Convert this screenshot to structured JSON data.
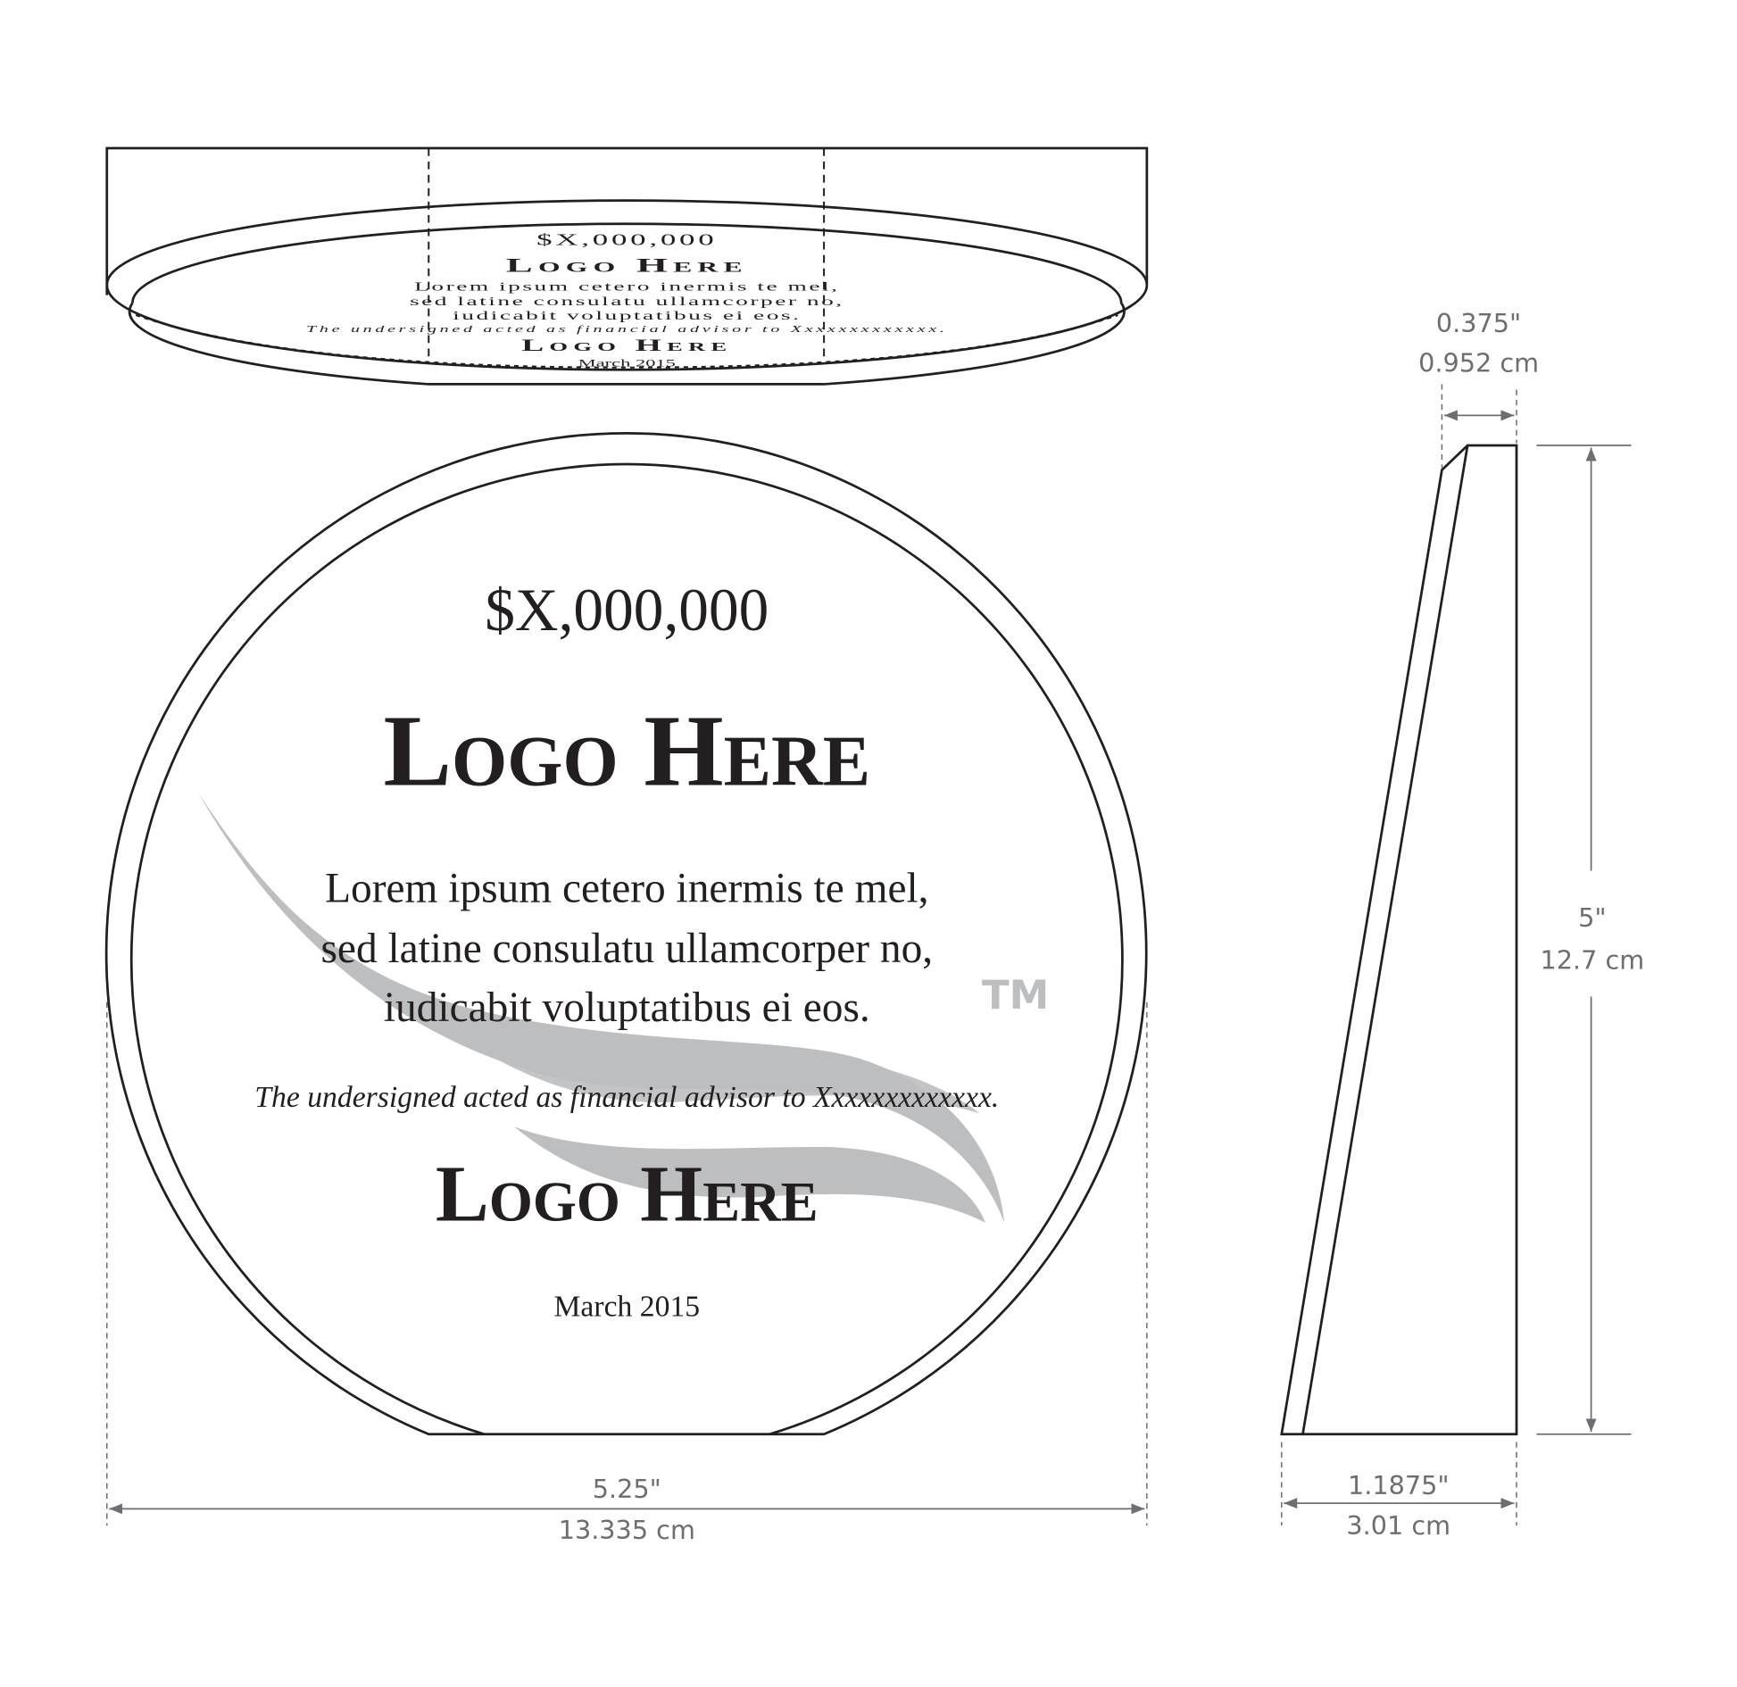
{
  "plaque": {
    "amount": "$X,000,000",
    "logo_top": "Logo Here",
    "body_lines": [
      "Lorem ipsum cetero inermis te mel,",
      "sed latine consulatu ullamcorper no,",
      "iudicabit voluptatibus ei eos."
    ],
    "advisor_line": "The undersigned acted as financial advisor to Xxxxxxxxxxxxx.",
    "logo_bottom": "Logo Here",
    "date": "March 2015",
    "trademark": "TM"
  },
  "dimensions": {
    "width_in": "5.25\"",
    "width_cm": "13.335 cm",
    "height_in": "5\"",
    "height_cm": "12.7 cm",
    "top_depth_in": "0.375\"",
    "top_depth_cm": "0.952 cm",
    "base_depth_in": "1.1875\"",
    "base_depth_cm": "3.01 cm"
  },
  "colors": {
    "line": "#231f20",
    "dimension": "#6d6e71",
    "watermark": "#bcbec0"
  }
}
